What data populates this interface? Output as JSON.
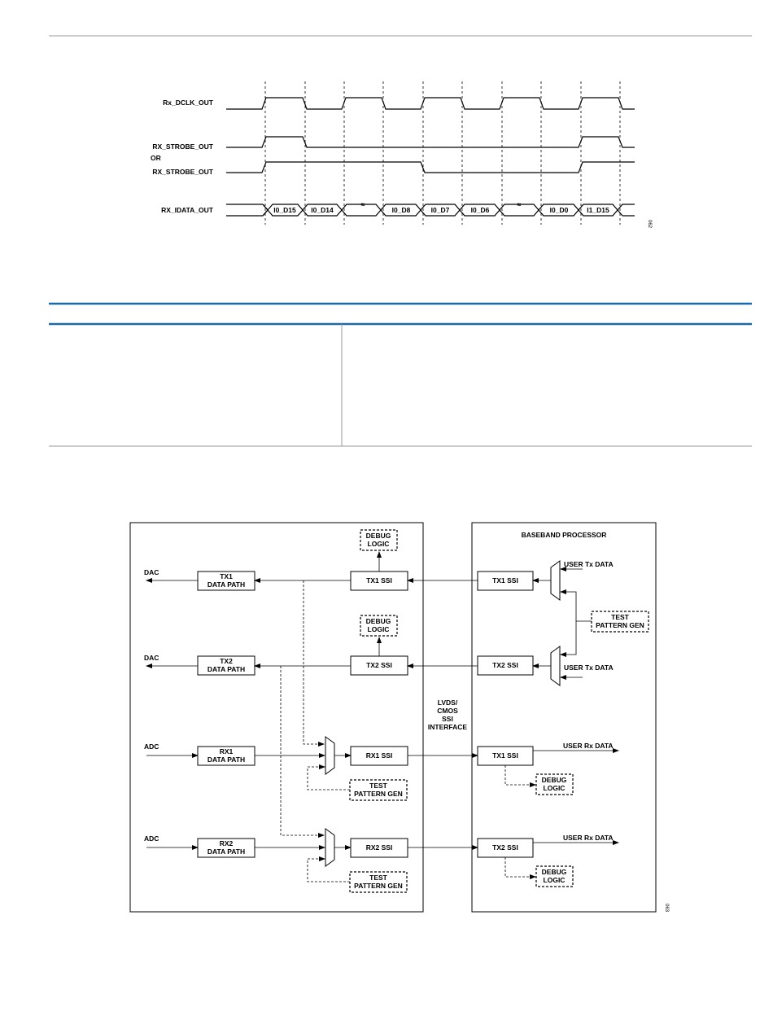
{
  "timing_diagram": {
    "signals": {
      "dclk": "Rx_DCLK_OUT",
      "strobe_a": "RX_STROBE_OUT",
      "or": "OR",
      "strobe_b": "RX_STROBE_OUT",
      "idata": "RX_IDATA_OUT"
    },
    "data_cells": [
      "I0_D15",
      "I0_D14",
      "I0_D8",
      "I0_D7",
      "I0_D6",
      "I0_D0",
      "I1_D15"
    ],
    "break_mark": "≈",
    "figure_id": "062"
  },
  "block_diagram": {
    "left_labels": {
      "dac1": "DAC",
      "dac2": "DAC",
      "adc1": "ADC",
      "adc2": "ADC"
    },
    "paths": {
      "tx1_l1": "TX1",
      "tx1_l2": "DATA PATH",
      "tx2_l1": "TX2",
      "tx2_l2": "DATA PATH",
      "rx1_l1": "RX1",
      "rx1_l2": "DATA PATH",
      "rx2_l1": "RX2",
      "rx2_l2": "DATA PATH"
    },
    "ssi": {
      "tx1": "TX1 SSI",
      "tx2": "TX2 SSI",
      "rx1": "RX1 SSI",
      "rx2": "RX2 SSI",
      "bb_tx1": "TX1 SSI",
      "bb_tx2": "TX2 SSI",
      "bb_rx1": "TX1 SSI",
      "bb_rx2": "TX2 SSI"
    },
    "debug_l1": "DEBUG",
    "debug_l2": "LOGIC",
    "test_l1": "TEST",
    "test_l2": "PATTERN GEN",
    "interface": {
      "l1": "LVDS/",
      "l2": "CMOS",
      "l3": "SSI",
      "l4": "INTERFACE"
    },
    "baseband_title": "BASEBAND PROCESSOR",
    "user_tx_1": "USER Tx DATA",
    "user_tx_2": "USER Tx DATA",
    "user_rx_1": "USER Rx DATA",
    "user_rx_2": "USER Rx DATA",
    "figure_id": "063"
  },
  "colors": {
    "rule_blue": "#1a6aa8",
    "rule_gray": "#999999"
  }
}
